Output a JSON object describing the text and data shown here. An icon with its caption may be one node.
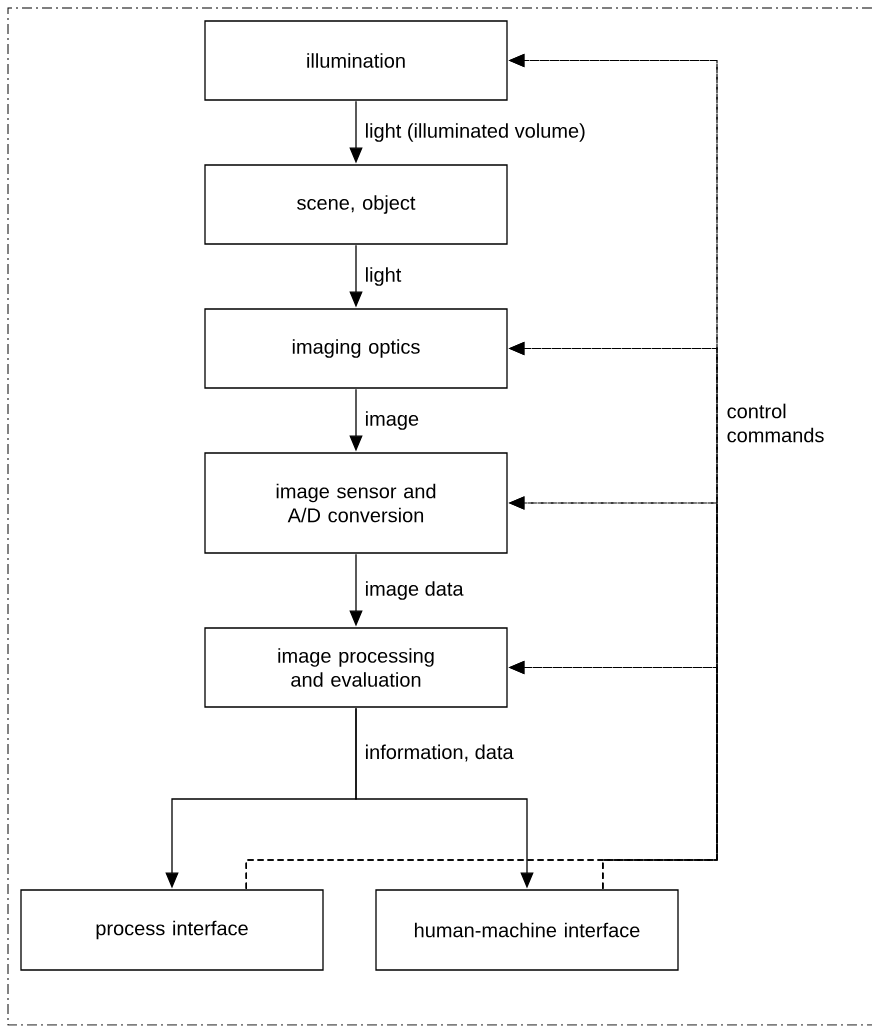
{
  "diagram": {
    "nodes": [
      {
        "text": [
          "illumination"
        ]
      },
      {
        "text": [
          "scene, object"
        ]
      },
      {
        "text": [
          "imaging optics"
        ]
      },
      {
        "text": [
          "image sensor and A/D conversion"
        ]
      },
      {
        "text": [
          "image processing and evaluation"
        ]
      },
      {
        "text": [
          "process interface"
        ]
      },
      {
        "text": [
          "human-machine interface"
        ]
      }
    ],
    "edges": [
      {
        "from": 0,
        "to": 1,
        "arrow": "to",
        "label": "light (illuminated volume)"
      },
      {
        "from": 1,
        "to": 2,
        "arrow": "to",
        "label": "light"
      },
      {
        "from": 2,
        "to": 3,
        "arrow": "to",
        "label": "image"
      },
      {
        "from": 3,
        "to": 4,
        "arrow": "to",
        "label": "image data"
      },
      {
        "from": 4,
        "to": 5,
        "arrow": "to",
        "label": "information, data"
      },
      {
        "from": 4,
        "to": 6,
        "arrow": "to"
      },
      {
        "from": 5,
        "to": 0,
        "arrow": "to",
        "style": "dashed"
      },
      {
        "from": 5,
        "to": 2,
        "arrow": "to",
        "style": "dashed"
      },
      {
        "from": 5,
        "to": 3,
        "arrow": "to",
        "style": "dashed"
      },
      {
        "from": 5,
        "to": 4,
        "arrow": "to",
        "style": "dashed"
      },
      {
        "from": 6,
        "to": 0,
        "arrow": "to",
        "style": "dashed"
      },
      {
        "from": 6,
        "to": 2,
        "arrow": "to",
        "style": "dashed"
      },
      {
        "from": 6,
        "to": 3,
        "arrow": "to",
        "style": "dashed"
      },
      {
        "from": 6,
        "to": 4,
        "arrow": "to",
        "style": "dashed"
      }
    ],
    "labels": [
      "control commands"
    ]
  }
}
